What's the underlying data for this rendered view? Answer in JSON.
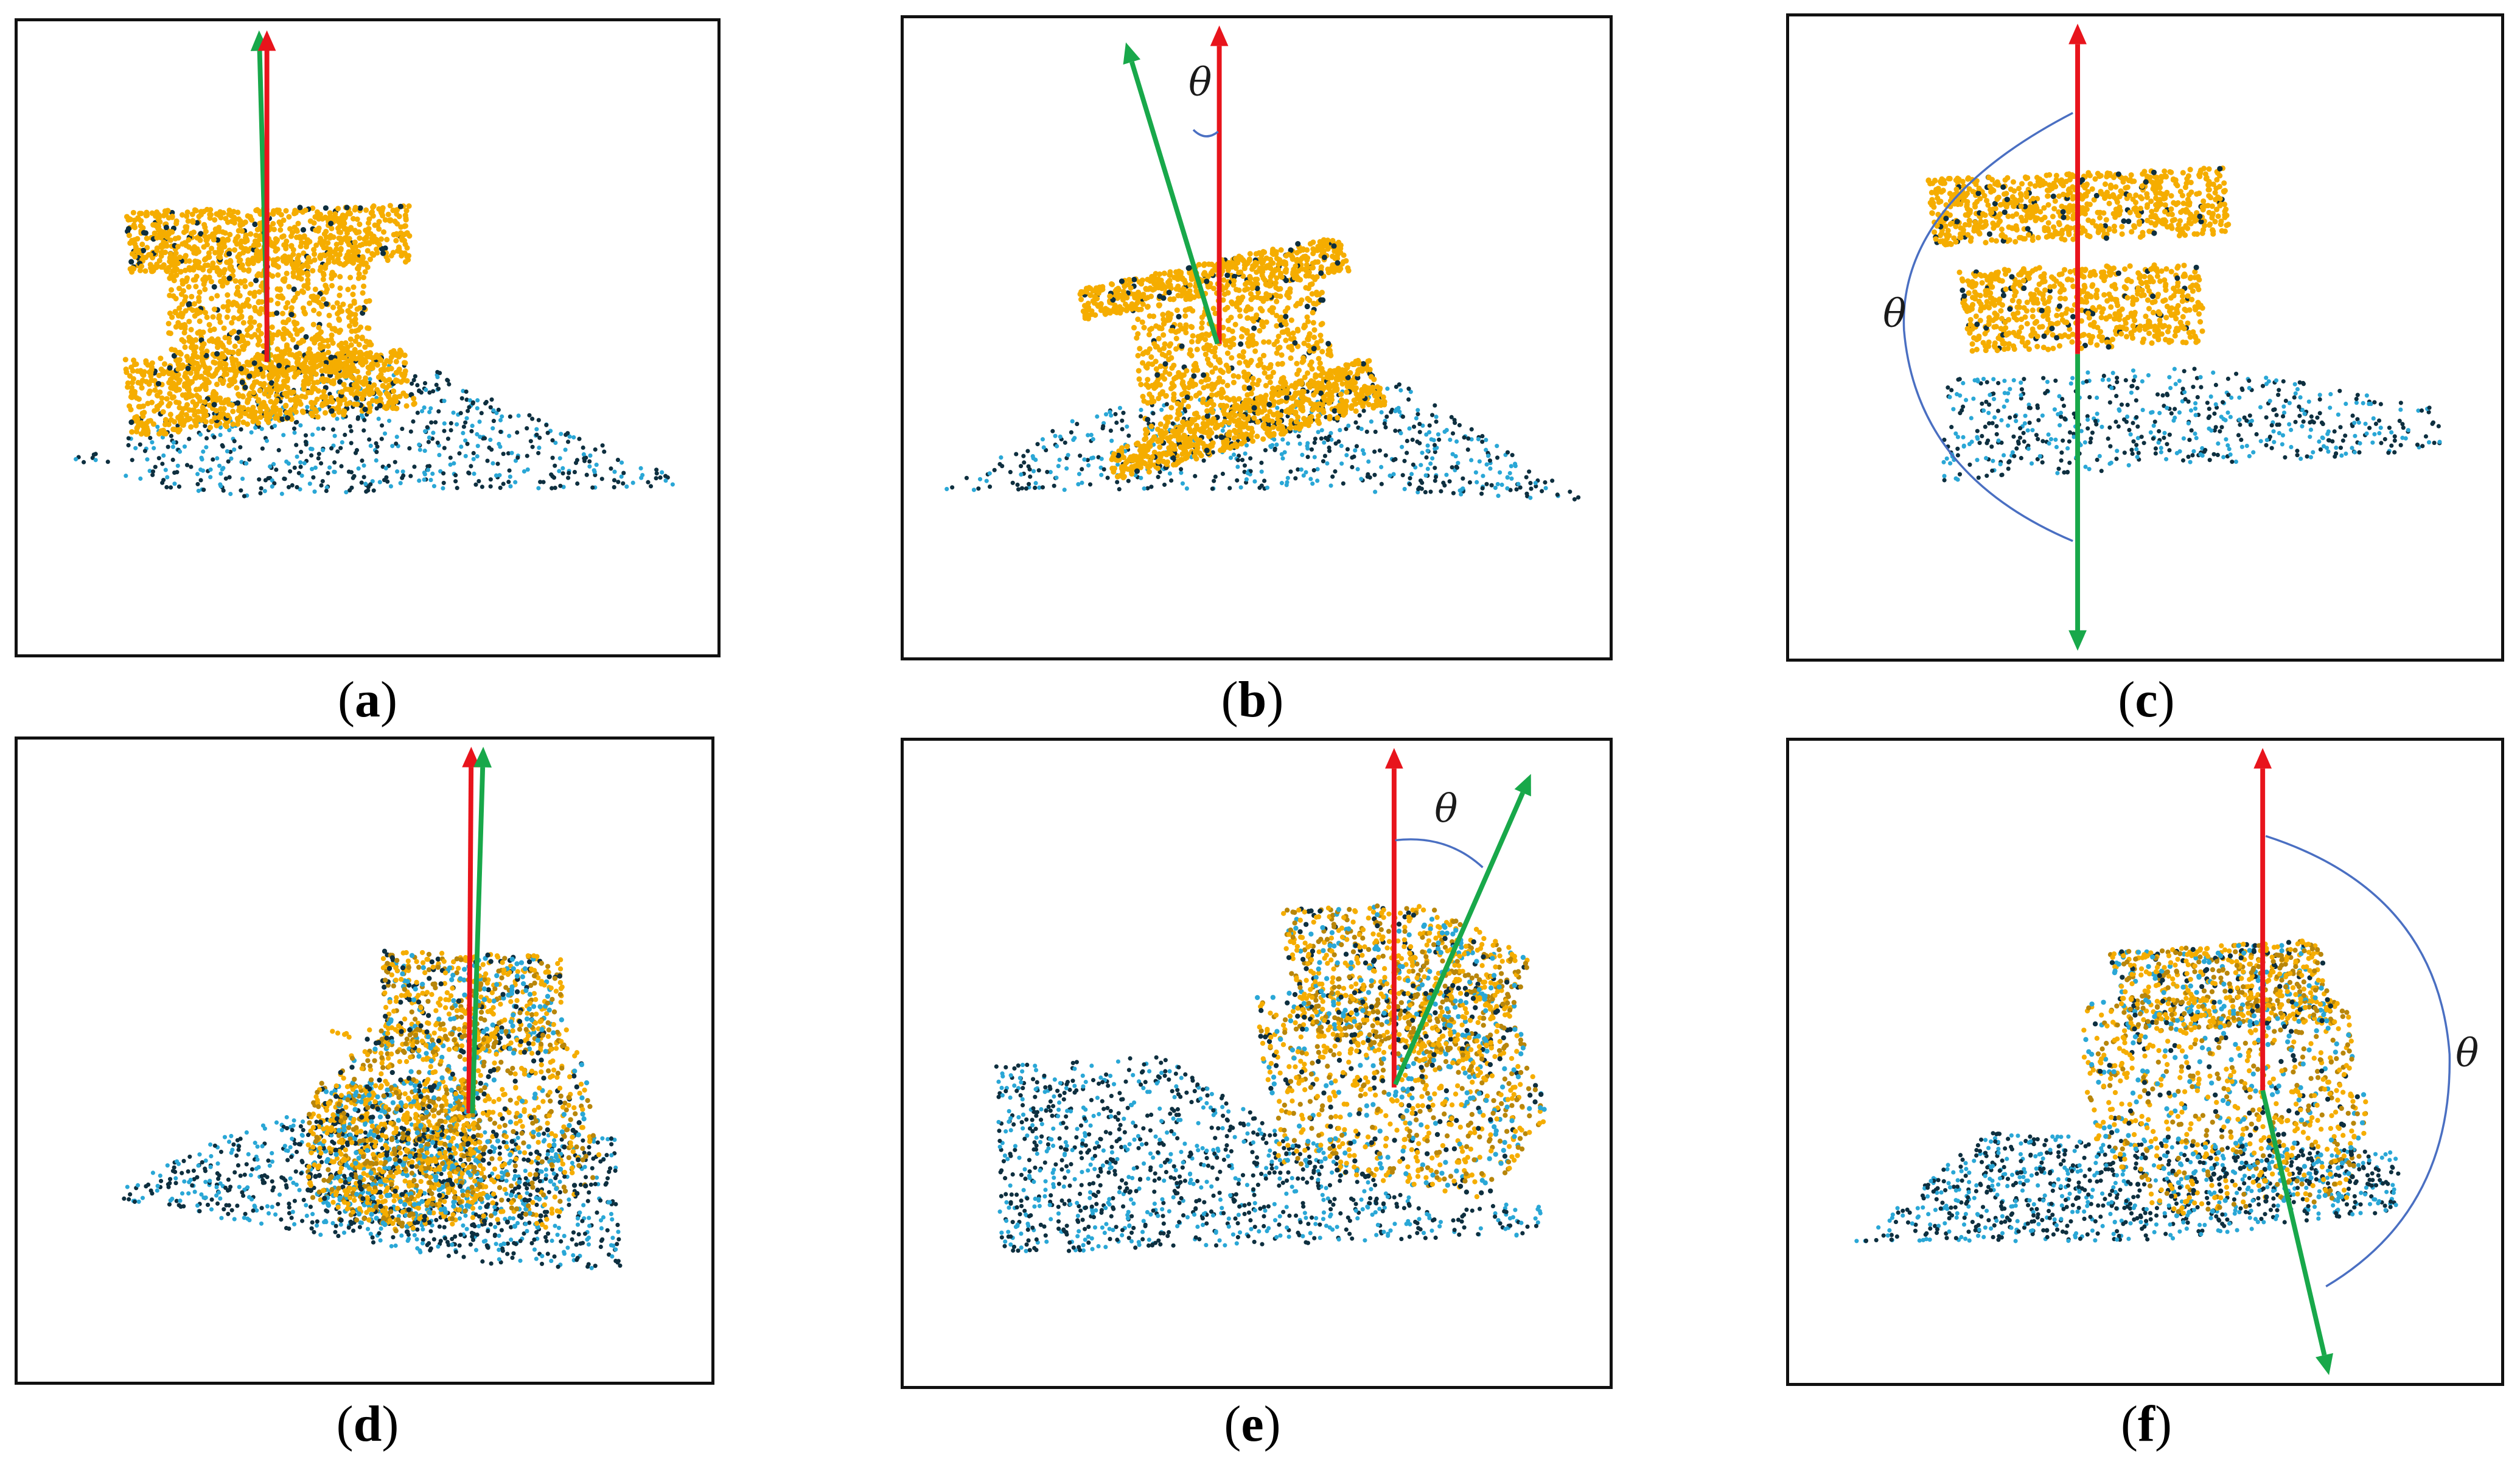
{
  "panels": [
    {
      "id": "a",
      "caption_open": "(",
      "caption_letter": "a",
      "caption_close": ")",
      "theta_label": ""
    },
    {
      "id": "b",
      "caption_open": "(",
      "caption_letter": "b",
      "caption_close": ")",
      "theta_label": "θ"
    },
    {
      "id": "c",
      "caption_open": "(",
      "caption_letter": "c",
      "caption_close": ")",
      "theta_label": "θ"
    },
    {
      "id": "d",
      "caption_open": "(",
      "caption_letter": "d",
      "caption_close": ")",
      "theta_label": ""
    },
    {
      "id": "e",
      "caption_open": "(",
      "caption_letter": "e",
      "caption_close": ")",
      "theta_label": "θ"
    },
    {
      "id": "f",
      "caption_open": "(",
      "caption_letter": "f",
      "caption_close": ")",
      "theta_label": "θ"
    }
  ],
  "colors": {
    "reference_arrow": "#e8141c",
    "estimated_arrow": "#18a84a",
    "angle_arc": "#4a6fc2",
    "object_points": "#f5ad00",
    "object_points_dark": "#b8860b",
    "background_points_dark": "#0e2f3f",
    "background_points_light": "#2aa7d6",
    "border": "#111111"
  }
}
